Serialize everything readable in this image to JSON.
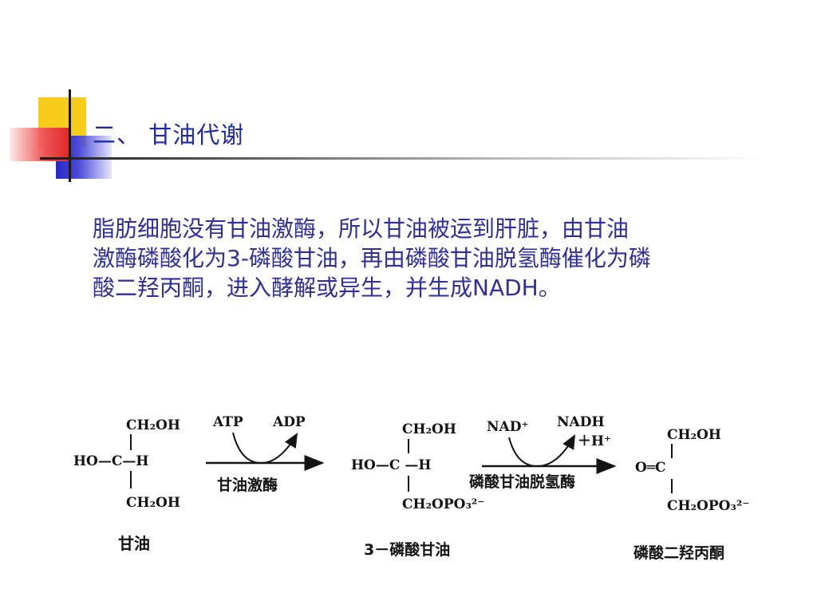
{
  "slide": {
    "title": "二、 甘油代谢",
    "paragraph_lines": [
      "脂肪细胞没有甘油激酶，所以甘油被运到肝脏，由甘油",
      "激酶磷酸化为3-磷酸甘油，再由磷酸甘油脱氢酶催化为磷",
      "酸二羟丙酮，进入酵解或异生，并生成NADH。"
    ]
  },
  "diagram": {
    "glycerol": {
      "top_group": "CH₂OH",
      "left_group": "HO—C—H",
      "bottom_group": "CH₂OH",
      "name": "甘油"
    },
    "step1": {
      "cofactor_in": "ATP",
      "cofactor_out": "ADP",
      "enzyme": "甘油激酶"
    },
    "glycerol_3_phosphate": {
      "top_group": "CH₂OH",
      "middle": "HO—C —H",
      "bottom_group": "CH₂OPO₃²⁻",
      "name": "3－磷酸甘油"
    },
    "step2": {
      "cofactor_in": "NAD⁺",
      "cofactor_out": "NADH",
      "cofactor_out_extra": "＋H⁺",
      "enzyme": "磷酸甘油脱氢酶"
    },
    "dhap": {
      "top_group": "CH₂OH",
      "middle": "O═C",
      "bottom_group": "CH₂OPO₃²⁻",
      "name": "磷酸二羟丙酮"
    }
  }
}
